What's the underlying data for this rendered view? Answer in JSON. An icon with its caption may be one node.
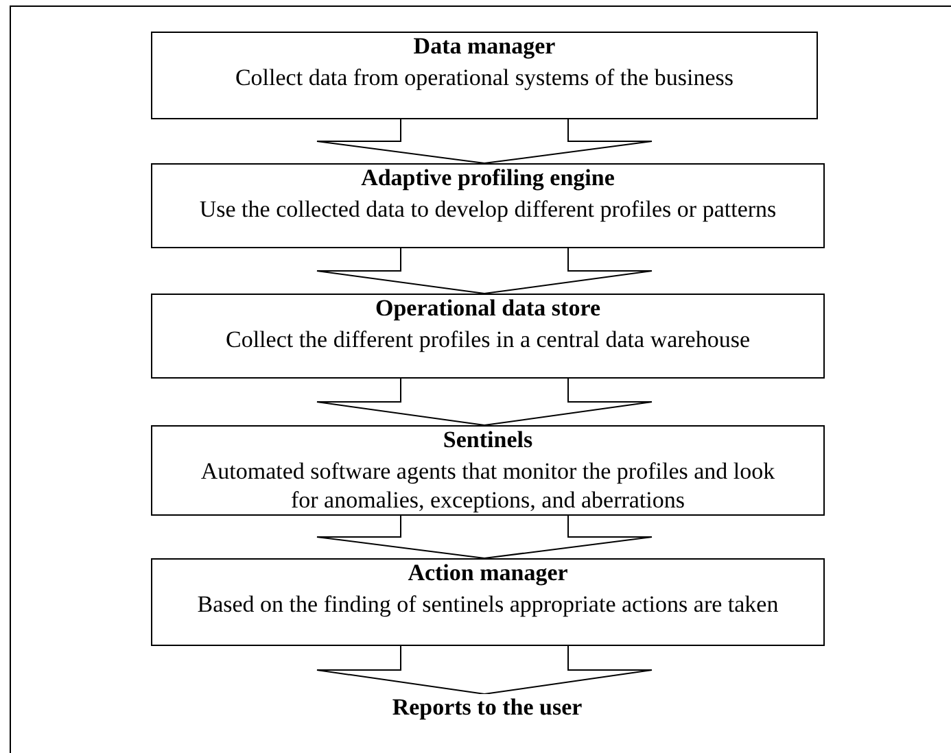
{
  "diagram": {
    "nodes": [
      {
        "text": [
          "Data manager",
          "Collect data from operational systems of the business"
        ]
      },
      {
        "text": [
          "Adaptive profiling engine",
          "Use the collected data to develop different profiles or patterns"
        ]
      },
      {
        "text": [
          "Operational data store",
          "Collect the different profiles in a central data warehouse"
        ]
      },
      {
        "text": [
          "Sentinels",
          "Automated software agents that monitor the profiles and look for anomalies, exceptions, and aberrations"
        ]
      },
      {
        "text": [
          "Action manager",
          "Based on the finding of sentinels appropriate actions are taken"
        ]
      },
      {
        "text": [
          "Reports to the user"
        ]
      }
    ],
    "edges": [
      {
        "from": 0,
        "to": 1,
        "arrow": "to"
      },
      {
        "from": 1,
        "to": 2,
        "arrow": "to"
      },
      {
        "from": 2,
        "to": 3,
        "arrow": "to"
      },
      {
        "from": 3,
        "to": 4,
        "arrow": "to"
      },
      {
        "from": 4,
        "to": 5,
        "arrow": "to"
      }
    ]
  }
}
